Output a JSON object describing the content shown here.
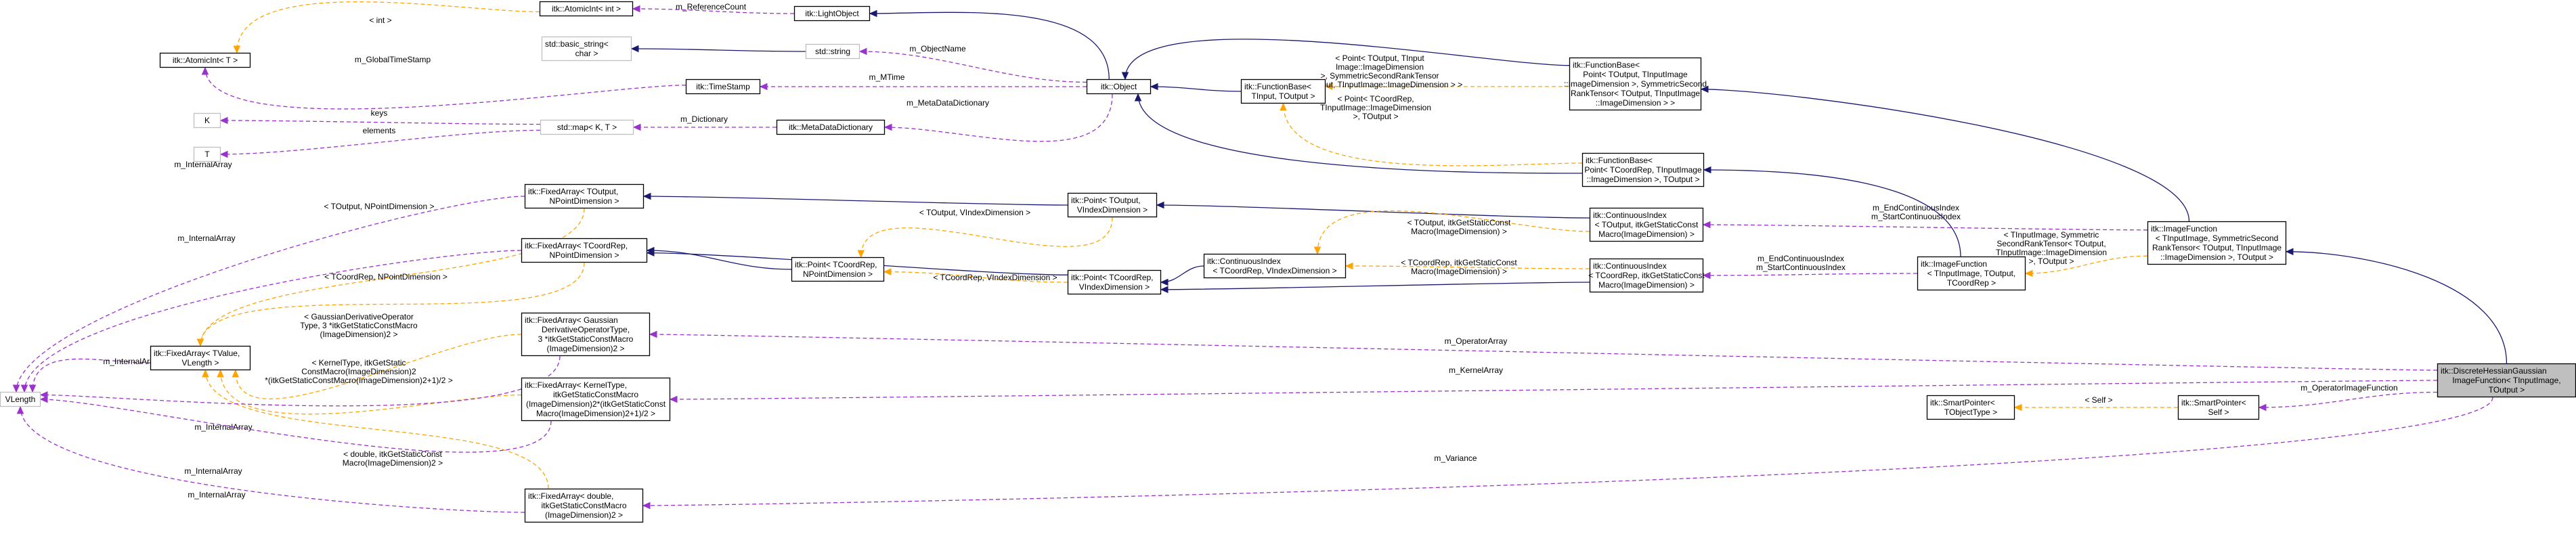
{
  "nodes": {
    "AtomicIntT": [
      "itk::AtomicInt< T >"
    ],
    "AtomicIntInt": [
      "itk::AtomicInt< int >"
    ],
    "LightObject": [
      "itk::LightObject"
    ],
    "BasicString": [
      "std::basic_string<",
      "char >"
    ],
    "StdString": [
      "std::string"
    ],
    "TimeStamp": [
      "itk::TimeStamp"
    ],
    "Object": [
      "itk::Object"
    ],
    "K": [
      "K"
    ],
    "T": [
      "T"
    ],
    "StdMap": [
      "std::map< K, T >"
    ],
    "MetaDataDictionary": [
      "itk::MetaDataDictionary"
    ],
    "FunctionBaseInOut": [
      "itk::FunctionBase<",
      "TInput, TOutput >"
    ],
    "FunctionBaseSym": [
      "itk::FunctionBase<",
      "Point< TOutput, TInputImage",
      "::ImageDimension >, SymmetricSecond",
      "RankTensor< TOutput, TInputImage",
      "::ImageDimension > >"
    ],
    "FunctionBasePoint": [
      "itk::FunctionBase<",
      "Point< TCoordRep, TInputImage",
      "::ImageDimension >, TOutput >"
    ],
    "FixedArrayTOutput": [
      "itk::FixedArray< TOutput,",
      "NPointDimension >"
    ],
    "FixedArrayTCoordRep": [
      "itk::FixedArray< TCoordRep,",
      "NPointDimension >"
    ],
    "PointTOutput": [
      "itk::Point< TOutput,",
      "VIndexDimension >"
    ],
    "PointTCoordRepN": [
      "itk::Point< TCoordRep,",
      "NPointDimension >"
    ],
    "PointTCoordRepV": [
      "itk::Point< TCoordRep,",
      "VIndexDimension >"
    ],
    "ContinuousIndexTOut": [
      "itk::ContinuousIndex",
      "< TOutput, itkGetStaticConst",
      "Macro(ImageDimension) >"
    ],
    "ContinuousIndexTCR": [
      "itk::ContinuousIndex",
      "< TCoordRep, VIndexDimension >"
    ],
    "ContinuousIndexTCR2": [
      "itk::ContinuousIndex",
      "< TCoordRep, itkGetStaticConst",
      "Macro(ImageDimension) >"
    ],
    "ImageFunctionSym": [
      "itk::ImageFunction",
      "< TInputImage, SymmetricSecond",
      "RankTensor< TOutput, TInputImage",
      "::ImageDimension >, TOutput >"
    ],
    "ImageFunctionTCR": [
      "itk::ImageFunction",
      "< TInputImage, TOutput,",
      "TCoordRep >"
    ],
    "FixedArrayTValue": [
      "itk::FixedArray< TValue,",
      "VLength >"
    ],
    "VLength": [
      "VLength"
    ],
    "FixedArrayGauss": [
      "itk::FixedArray< Gaussian",
      "DerivativeOperatorType,",
      "3 *itkGetStaticConstMacro",
      "(ImageDimension)2 >"
    ],
    "FixedArrayKernel": [
      "itk::FixedArray< KernelType,",
      "itkGetStaticConstMacro",
      "(ImageDimension)2*(itkGetStaticConst",
      "Macro(ImageDimension)2+1)/2 >"
    ],
    "FixedArrayDouble": [
      "itk::FixedArray< double,",
      "itkGetStaticConstMacro",
      "(ImageDimension)2 >"
    ],
    "SmartPointerTObj": [
      "itk::SmartPointer<",
      "TObjectType >"
    ],
    "SmartPointerSelf": [
      "itk::SmartPointer<",
      "Self >"
    ],
    "DiscreteHessian": [
      "itk::DiscreteHessianGaussian",
      "ImageFunction< TInputImage,",
      "TOutput >"
    ]
  },
  "edge_labels": {
    "int": [
      "< int >"
    ],
    "m_ReferenceCount": [
      "m_ReferenceCount"
    ],
    "m_GlobalTimeStamp": [
      "m_GlobalTimeStamp"
    ],
    "m_ObjectName": [
      "m_ObjectName"
    ],
    "m_MTime": [
      "m_MTime"
    ],
    "keys": [
      "keys"
    ],
    "elements": [
      "elements"
    ],
    "m_Dictionary": [
      "m_Dictionary"
    ],
    "m_MetaDataDictionary": [
      "m_MetaDataDictionary"
    ],
    "pointSym": [
      "< Point< TOutput, TInput",
      "Image::ImageDimension",
      ">, SymmetricSecondRankTensor",
      "< TOutput, TInputImage::ImageDimension > >"
    ],
    "pointTCR": [
      "< Point< TCoordRep,",
      "TInputImage::ImageDimension",
      ">, TOutput >"
    ],
    "m_InternalArray": [
      "m_InternalArray"
    ],
    "toutNPoint": [
      "< TOutput, NPointDimension >"
    ],
    "tcrNPoint": [
      "< TCoordRep, NPointDimension >"
    ],
    "toutVIndex": [
      "< TOutput, VIndexDimension >"
    ],
    "tcrVIndex": [
      "< TCoordRep, VIndexDimension >"
    ],
    "toutStatic": [
      "< TOutput, itkGetStaticConst",
      "Macro(ImageDimension) >"
    ],
    "tcrStatic": [
      "< TCoordRep, itkGetStaticConst",
      "Macro(ImageDimension) >"
    ],
    "m_EndStart": [
      "m_EndContinuousIndex",
      "m_StartContinuousIndex"
    ],
    "imgFuncSym": [
      "< TInputImage, Symmetric",
      "SecondRankTensor< TOutput,",
      "TInputImage::ImageDimension",
      ">, TOutput >"
    ],
    "gaussTpl": [
      "< GaussianDerivativeOperator",
      "Type, 3 *itkGetStaticConstMacro",
      "(ImageDimension)2 >"
    ],
    "kernelTpl": [
      "< KernelType, itkGetStatic",
      "ConstMacro(ImageDimension)2",
      "*(itkGetStaticConstMacro(ImageDimension)2+1)/2 >"
    ],
    "doubleTpl": [
      "< double, itkGetStaticConst",
      "Macro(ImageDimension)2 >"
    ],
    "m_OperatorArray": [
      "m_OperatorArray"
    ],
    "m_KernelArray": [
      "m_KernelArray"
    ],
    "m_Variance": [
      "m_Variance"
    ],
    "self": [
      "< Self >"
    ],
    "m_OperatorImageFunction": [
      "m_OperatorImageFunction"
    ]
  },
  "legend_colors": {
    "inheritance": "#191970",
    "usage": "#9a32cd",
    "template": "#ffa500",
    "focus_fill": "#bfbfbf"
  }
}
